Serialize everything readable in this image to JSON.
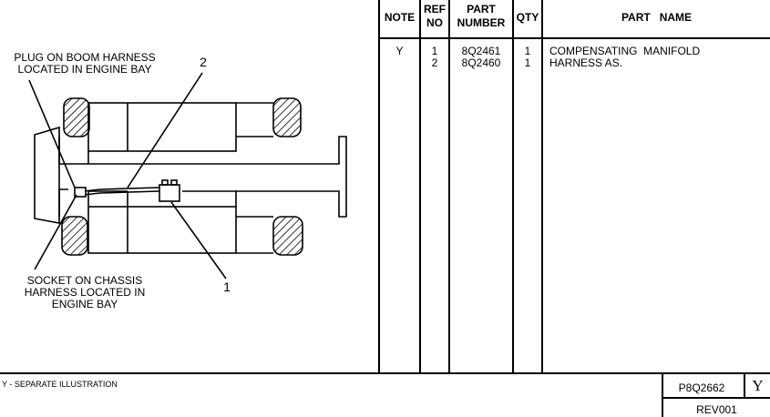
{
  "illustration": {
    "callout_plug": [
      "PLUG ON BOOM HARNESS",
      "LOCATED IN ENGINE BAY"
    ],
    "callout_socket": [
      "SOCKET ON CHASSIS",
      "HARNESS LOCATED IN",
      "ENGINE BAY"
    ],
    "ref_label_1": "1",
    "ref_label_2": "2"
  },
  "table": {
    "headers": {
      "note": "NOTE",
      "ref_no": [
        "REF",
        "NO"
      ],
      "part_number": [
        "PART",
        "NUMBER"
      ],
      "qty": "QTY",
      "part_name": "PART   NAME"
    },
    "rows": [
      {
        "note": "Y",
        "ref": "1",
        "part_number": "8Q2461",
        "qty": "1",
        "name": "COMPENSATING  MANIFOLD"
      },
      {
        "note": "",
        "ref": "2",
        "part_number": "8Q2460",
        "qty": "1",
        "name": "HARNESS AS."
      }
    ]
  },
  "footer": {
    "note": "Y - SEPARATE ILLUSTRATION",
    "drawing_number": "P8Q2662",
    "code": "Y",
    "revision": "REV001"
  }
}
